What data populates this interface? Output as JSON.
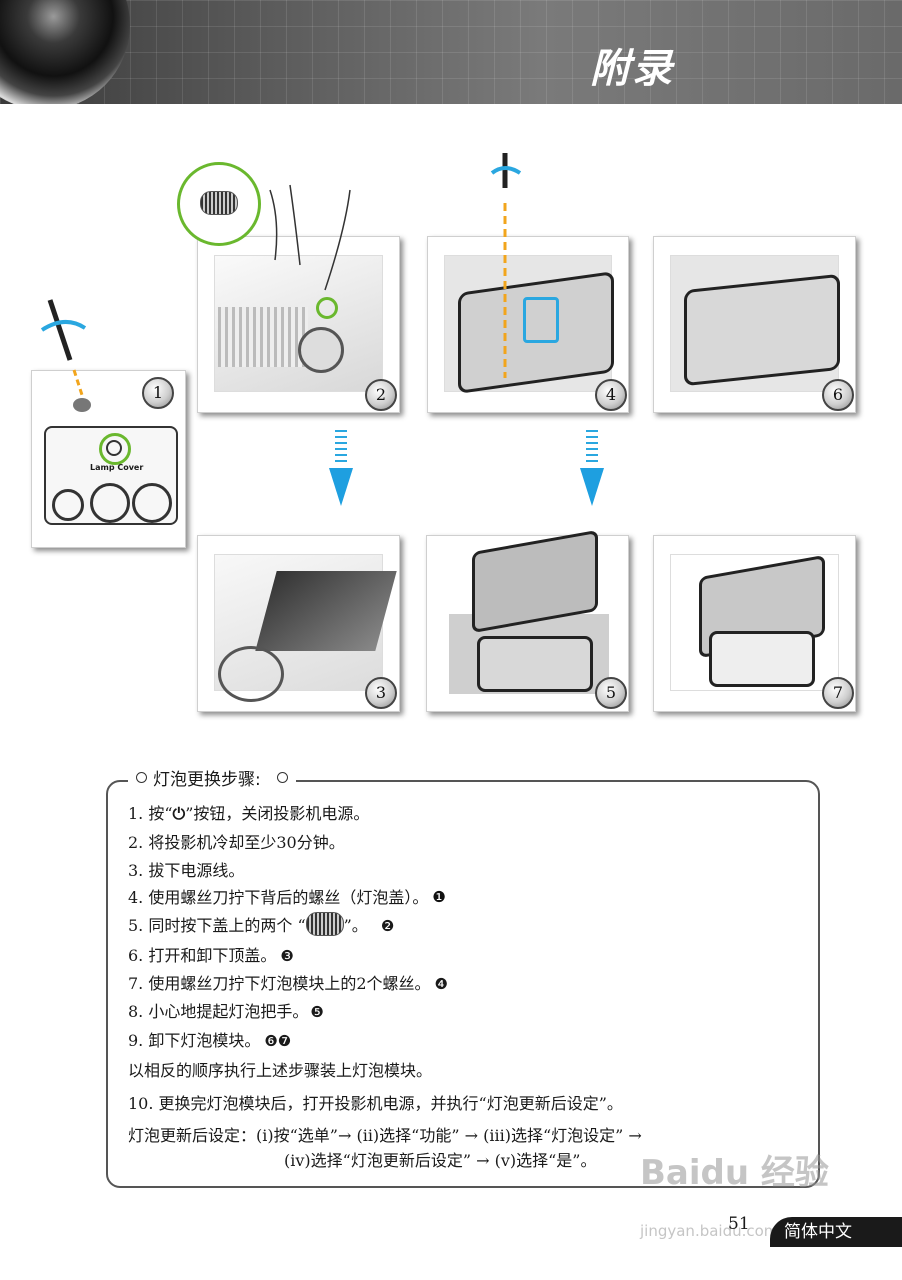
{
  "header": {
    "title": "附录"
  },
  "figure": {
    "labels": [
      "1",
      "2",
      "3",
      "4",
      "5",
      "6",
      "7"
    ],
    "lamp_cover_text": "Lamp Cover"
  },
  "steps": {
    "heading": "灯泡更换步骤:",
    "items": [
      {
        "pre": "1.  按“",
        "post": "”按钮，关闭投影机电源。",
        "bullet": ""
      },
      {
        "pre": "2.  将投影机冷却至少30分钟。",
        "post": "",
        "bullet": ""
      },
      {
        "pre": "3.  拔下电源线。",
        "post": "",
        "bullet": ""
      },
      {
        "pre": "4.  使用螺丝刀拧下背后的螺丝（灯泡盖）。",
        "post": "",
        "bullet": "❶"
      },
      {
        "pre": "5.  同时按下盖上的两个 “",
        "post": "”。",
        "bullet": "❷"
      },
      {
        "pre": "6.  打开和卸下顶盖。",
        "post": "",
        "bullet": "❸"
      },
      {
        "pre": "7.  使用螺丝刀拧下灯泡模块上的2个螺丝。",
        "post": "",
        "bullet": "❹"
      },
      {
        "pre": "8.  小心地提起灯泡把手。",
        "post": "",
        "bullet": "❺"
      },
      {
        "pre": "9.  卸下灯泡模块。",
        "post": "",
        "bullet": "❻❼"
      }
    ],
    "reverse_note": "以相反的顺序执行上述步骤装上灯泡模块。",
    "step10": "10.  更换完灯泡模块后，打开投影机电源，并执行“灯泡更新后设定”。",
    "reset_line1": "灯泡更新后设定：(i)按“选单”→ (ii)选择“功能” → (iii)选择“灯泡设定” →",
    "reset_line2": "(iv)选择“灯泡更新后设定” → (v)选择“是”。"
  },
  "footer": {
    "page_number": "51",
    "language": "简体中文"
  },
  "watermark": {
    "brand": "Baidu 经验",
    "url": "jingyan.baidu.com"
  }
}
